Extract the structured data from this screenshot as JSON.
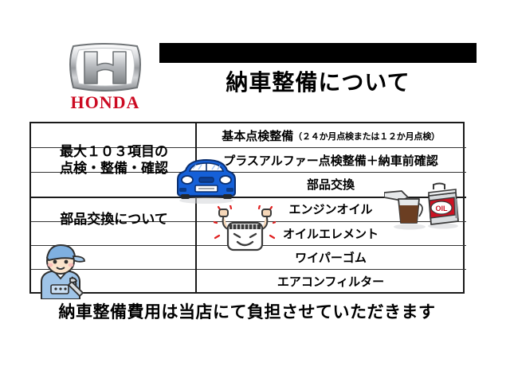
{
  "brand": {
    "wordmark": "HONDA",
    "emblem_name": "honda-h-emblem",
    "wordmark_color": "#cc0a22",
    "emblem_color": "#b9bcc0"
  },
  "header": {
    "title": "納車整備について",
    "bar_color": "#000000"
  },
  "table": {
    "left_labels": [
      {
        "text": "最大１０３項目の\n点検・整備・確認",
        "line1": "最大１０３項目の",
        "line2": "点検・整備・確認"
      },
      {
        "text": "部品交換について",
        "line1": "部品交換について",
        "line2": ""
      }
    ],
    "rows": [
      {
        "main": "基本点検整備",
        "sub": "（２４か月点検または１２か月点検）"
      },
      {
        "main": "プラスアルファー点検整備＋納車前確認",
        "sub": ""
      },
      {
        "main": "部品交換",
        "sub": ""
      },
      {
        "main": "エンジンオイル",
        "sub": ""
      },
      {
        "main": "オイルエレメント",
        "sub": ""
      },
      {
        "main": "ワイパーゴム",
        "sub": ""
      },
      {
        "main": "エアコンフィルター",
        "sub": ""
      }
    ]
  },
  "caption": {
    "text": "納車整備費用は当店にて負担させていただきます"
  },
  "illustrations": [
    {
      "name": "blue-car-illustration",
      "label": "blue car front view"
    },
    {
      "name": "air-filter-mascot-illustration",
      "label": "smiling air filter character"
    },
    {
      "name": "oil-can-illustration",
      "label": "oil pourer and OIL can"
    },
    {
      "name": "mechanic-illustration",
      "label": "mechanic with wrench"
    }
  ]
}
